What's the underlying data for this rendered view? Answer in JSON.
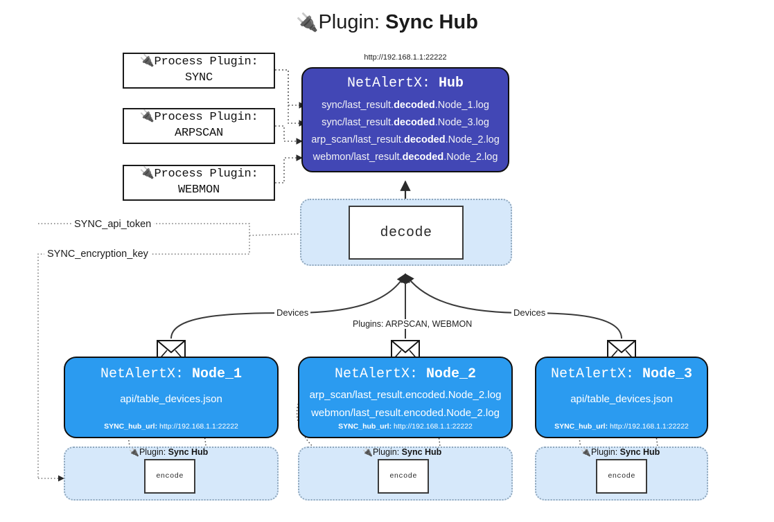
{
  "title": {
    "icon": "electric-plug-icon",
    "emoji": "🔌",
    "prefix": "Plugin:",
    "name": "Sync Hub"
  },
  "process_plugins": [
    {
      "emoji": "🔌",
      "line1": "Process Plugin:",
      "line2": "SYNC"
    },
    {
      "emoji": "🔌",
      "line1": "Process Plugin:",
      "line2": "ARPSCAN"
    },
    {
      "emoji": "🔌",
      "line1": "Process Plugin:",
      "line2": "WEBMON"
    }
  ],
  "hub": {
    "url": "http://192.168.1.1:22222",
    "title_prefix": "NetAlertX:",
    "title_name": "Hub",
    "lines": [
      {
        "pre": "sync/last_result.",
        "em": "decoded",
        "post": ".Node_1.log"
      },
      {
        "pre": "sync/last_result.",
        "em": "decoded",
        "post": ".Node_3.log"
      },
      {
        "pre": "arp_scan/last_result.",
        "em": "decoded",
        "post": ".Node_2.log"
      },
      {
        "pre": "webmon/last_result.",
        "em": "decoded",
        "post": ".Node_2.log"
      }
    ]
  },
  "decode": {
    "label": "decode"
  },
  "secrets": {
    "api_token": "SYNC_api_token",
    "encryption_key": "SYNC_encryption_key"
  },
  "edges": {
    "devices_left": "Devices",
    "devices_right": "Devices",
    "plugins_center": "Plugins: ARPSCAN, WEBMON"
  },
  "nodes": [
    {
      "title_prefix": "NetAlertX:",
      "title_name": "Node_1",
      "lines": [
        "api/table_devices.json"
      ],
      "url_label": "SYNC_hub_url:",
      "url_value": "http://192.168.1.1:22222",
      "plugin_caption_prefix": "Plugin:",
      "plugin_caption_name": "Sync Hub",
      "plugin_emoji": "🔌",
      "encode_label": "encode",
      "envelope_icon": "envelope-icon"
    },
    {
      "title_prefix": "NetAlertX:",
      "title_name": "Node_2",
      "lines": [
        "arp_scan/last_result.encoded.Node_2.log",
        "webmon/last_result.encoded.Node_2.log"
      ],
      "url_label": "SYNC_hub_url:",
      "url_value": "http://192.168.1.1:22222",
      "plugin_caption_prefix": "Plugin:",
      "plugin_caption_name": "Sync Hub",
      "plugin_emoji": "🔌",
      "encode_label": "encode",
      "envelope_icon": "envelope-icon"
    },
    {
      "title_prefix": "NetAlertX:",
      "title_name": "Node_3",
      "lines": [
        "api/table_devices.json"
      ],
      "url_label": "SYNC_hub_url:",
      "url_value": "http://192.168.1.1:22222",
      "plugin_caption_prefix": "Plugin:",
      "plugin_caption_name": "Sync Hub",
      "plugin_emoji": "🔌",
      "encode_label": "encode",
      "envelope_icon": "envelope-icon"
    }
  ],
  "colors": {
    "hub_fill": "#4247b5",
    "node_fill": "#2b9bf0",
    "container_fill": "#d6e8fa",
    "container_border": "#8fa6bb",
    "stroke": "#333333",
    "background": "#ffffff"
  }
}
